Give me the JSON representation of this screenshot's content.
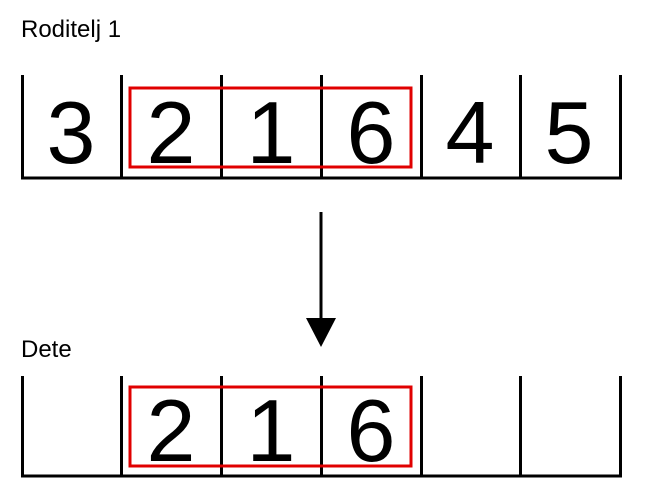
{
  "parent": {
    "label": "Roditelj 1",
    "cells": [
      "3",
      "2",
      "1",
      "6",
      "4",
      "5"
    ]
  },
  "child": {
    "label": "Dete",
    "cells": [
      "",
      "2",
      "1",
      "6",
      "",
      ""
    ]
  },
  "highlight": {
    "color": "#e00000",
    "first_cell": 1,
    "last_cell": 3
  },
  "arrow": {
    "direction": "down",
    "color": "#000000"
  }
}
